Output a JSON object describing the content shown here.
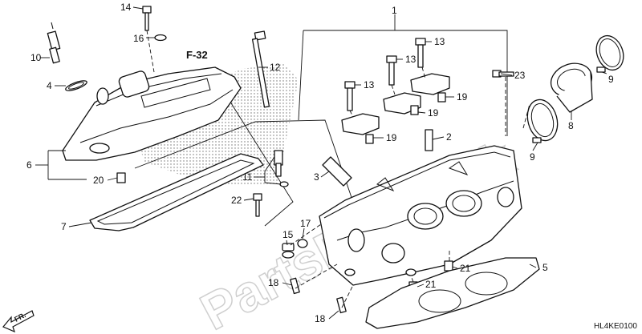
{
  "labels": {
    "l1": "1",
    "l2": "2",
    "l3": "3",
    "l4": "4",
    "l5": "5",
    "l6": "6",
    "l7": "7",
    "l8": "8",
    "l9a": "9",
    "l9b": "9",
    "l10": "10",
    "l11": "11",
    "l12": "12",
    "l13a": "13",
    "l13b": "13",
    "l13c": "13",
    "l14": "14",
    "l15": "15",
    "l16": "16",
    "l17": "17",
    "l18a": "18",
    "l18b": "18",
    "l19a": "19",
    "l19b": "19",
    "l19c": "19",
    "l20": "20",
    "l21a": "21",
    "l21b": "21",
    "l22": "22",
    "l23": "23"
  },
  "reference": "F-32",
  "direction_label": "FR.",
  "diagram_code": "HL4KE0100",
  "watermark": "PartsRepublik"
}
